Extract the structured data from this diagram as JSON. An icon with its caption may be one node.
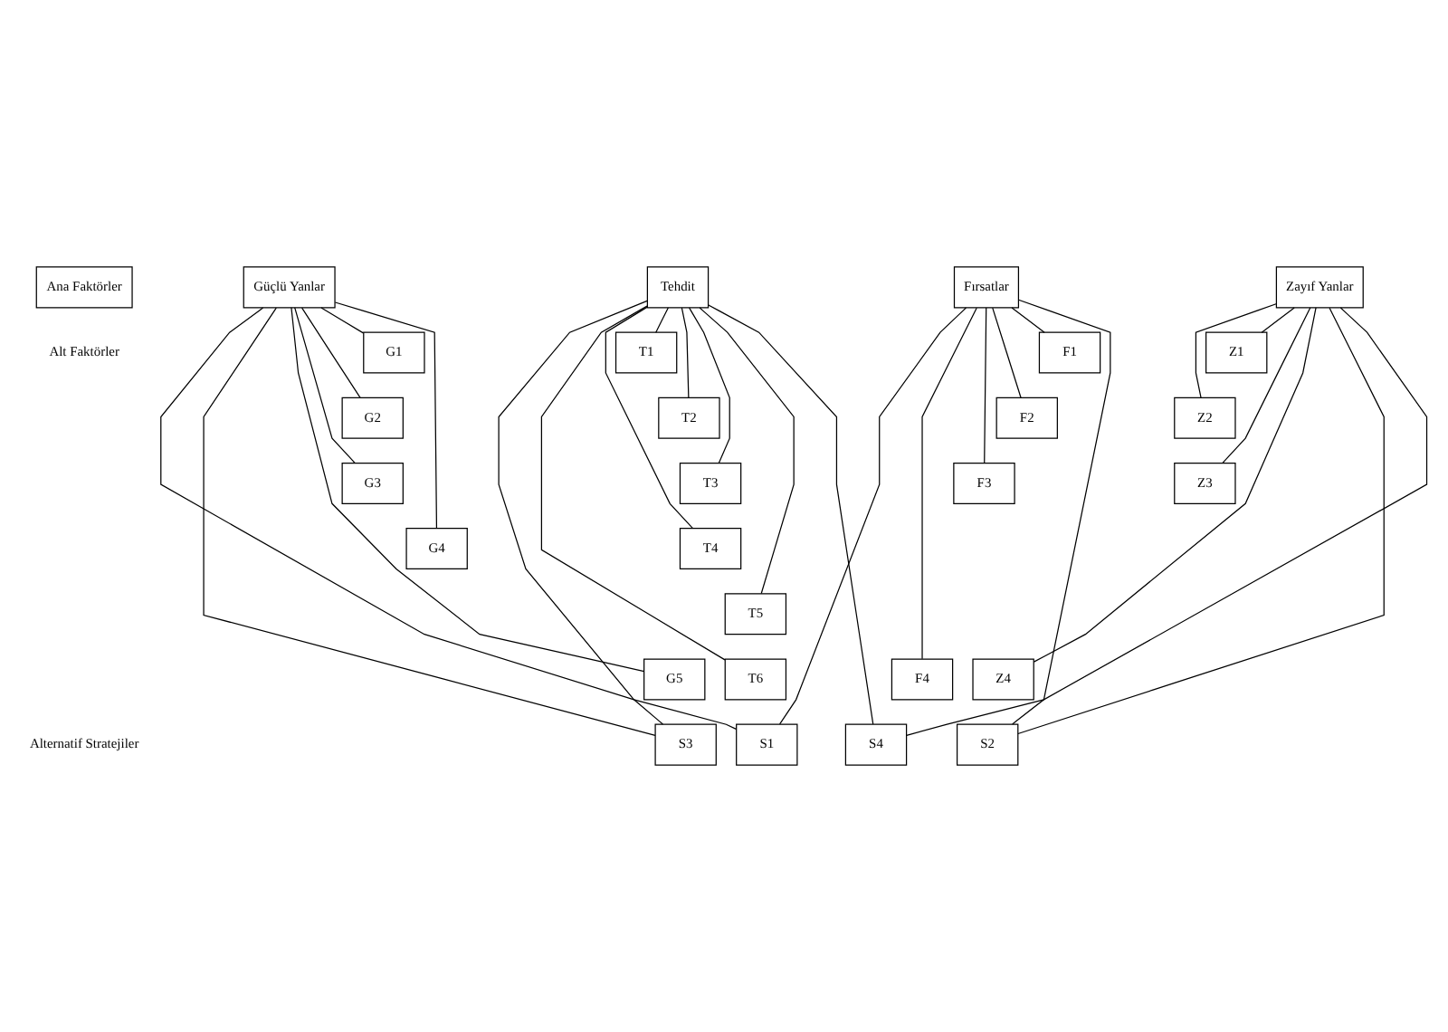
{
  "diagram": {
    "nodes": [
      {
        "text": [
          "Ana Faktörler"
        ]
      },
      {
        "text": [
          "Fırsatlar"
        ]
      },
      {
        "text": [
          "Tehdit"
        ]
      },
      {
        "text": [
          "Güçlü Yanlar"
        ]
      },
      {
        "text": [
          "Zayıf Yanlar"
        ]
      },
      {
        "text": [
          "F1"
        ]
      },
      {
        "text": [
          "F2"
        ]
      },
      {
        "text": [
          "F3"
        ]
      },
      {
        "text": [
          "F4"
        ]
      },
      {
        "text": [
          "T1"
        ]
      },
      {
        "text": [
          "T2"
        ]
      },
      {
        "text": [
          "T3"
        ]
      },
      {
        "text": [
          "T4"
        ]
      },
      {
        "text": [
          "T5"
        ]
      },
      {
        "text": [
          "T6"
        ]
      },
      {
        "text": [
          "G1"
        ]
      },
      {
        "text": [
          "G2"
        ]
      },
      {
        "text": [
          "G3"
        ]
      },
      {
        "text": [
          "G4"
        ]
      },
      {
        "text": [
          "G5"
        ]
      },
      {
        "text": [
          "Z1"
        ]
      },
      {
        "text": [
          "Z2"
        ]
      },
      {
        "text": [
          "Z3"
        ]
      },
      {
        "text": [
          "Z4"
        ]
      },
      {
        "text": [
          "S3"
        ]
      },
      {
        "text": [
          "S1"
        ]
      },
      {
        "text": [
          "S4"
        ]
      },
      {
        "text": [
          "S2"
        ]
      }
    ],
    "edges": [
      {
        "from": 1,
        "to": 5,
        "arrow": "none"
      },
      {
        "from": 1,
        "to": 6,
        "arrow": "none"
      },
      {
        "from": 1,
        "to": 7,
        "arrow": "none"
      },
      {
        "from": 1,
        "to": 8,
        "arrow": "none"
      },
      {
        "from": 2,
        "to": 9,
        "arrow": "none"
      },
      {
        "from": 2,
        "to": 10,
        "arrow": "none"
      },
      {
        "from": 2,
        "to": 11,
        "arrow": "none"
      },
      {
        "from": 2,
        "to": 12,
        "arrow": "none"
      },
      {
        "from": 2,
        "to": 13,
        "arrow": "none"
      },
      {
        "from": 2,
        "to": 14,
        "arrow": "none"
      },
      {
        "from": 3,
        "to": 15,
        "arrow": "none"
      },
      {
        "from": 3,
        "to": 16,
        "arrow": "none"
      },
      {
        "from": 3,
        "to": 17,
        "arrow": "none"
      },
      {
        "from": 3,
        "to": 18,
        "arrow": "none"
      },
      {
        "from": 3,
        "to": 19,
        "arrow": "none"
      },
      {
        "from": 4,
        "to": 20,
        "arrow": "none"
      },
      {
        "from": 4,
        "to": 21,
        "arrow": "none"
      },
      {
        "from": 4,
        "to": 22,
        "arrow": "none"
      },
      {
        "from": 4,
        "to": 23,
        "arrow": "none"
      },
      {
        "from": 2,
        "to": 24,
        "arrow": "none"
      },
      {
        "from": 3,
        "to": 24,
        "arrow": "none"
      },
      {
        "from": 1,
        "to": 25,
        "arrow": "none"
      },
      {
        "from": 3,
        "to": 25,
        "arrow": "none"
      },
      {
        "from": 2,
        "to": 26,
        "arrow": "none"
      },
      {
        "from": 4,
        "to": 26,
        "arrow": "none"
      },
      {
        "from": 1,
        "to": 27,
        "arrow": "none"
      },
      {
        "from": 4,
        "to": 27,
        "arrow": "none"
      }
    ],
    "labels": [
      "Alt Faktörler",
      "Alternatif Stratejiler"
    ]
  }
}
